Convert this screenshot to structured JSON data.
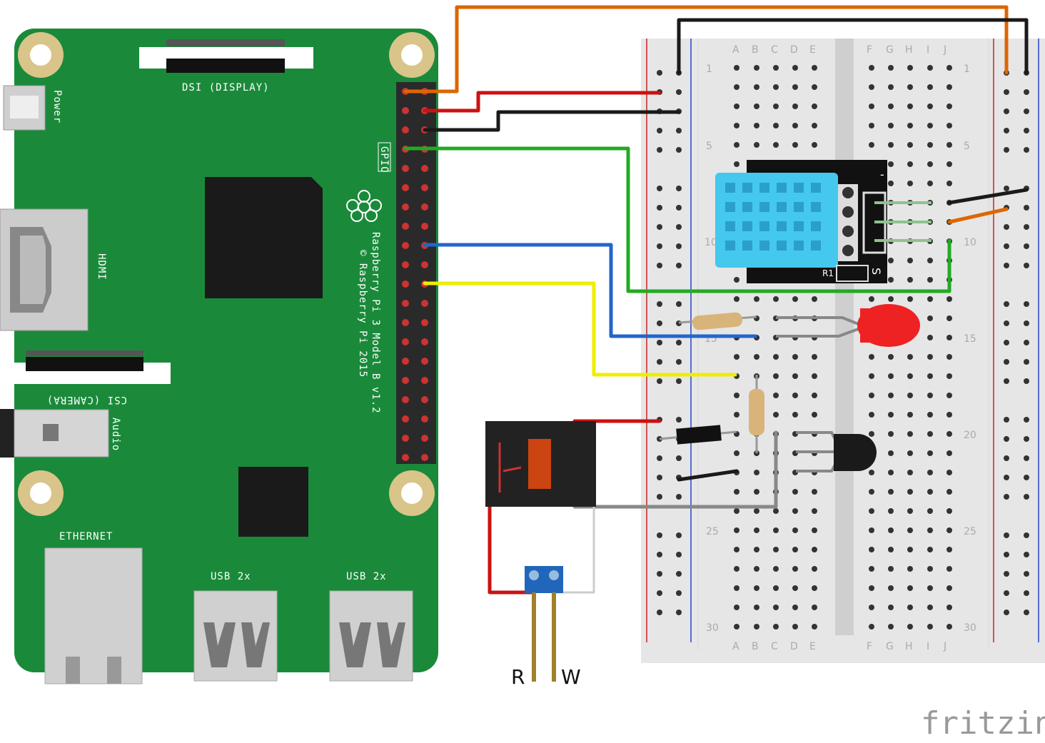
{
  "board": {
    "dsi_label": "DSI (DISPLAY)",
    "csi_label": "CSI (CAMERA)",
    "hdmi_label": "HDMI",
    "power_label": "Power",
    "audio_label": "Audio",
    "ethernet_label": "ETHERNET",
    "usb1_label": "USB 2x",
    "usb2_label": "USB 2x",
    "gpio_label": "GPIO",
    "model_label": "Raspberry Pi 3 Model B v1.2",
    "copyright_label": "© Raspberry Pi 2015"
  },
  "breadboard": {
    "col_letters_left": [
      "A",
      "B",
      "C",
      "D",
      "E"
    ],
    "col_letters_right": [
      "F",
      "G",
      "H",
      "I",
      "J"
    ],
    "row_numbers": [
      "1",
      "5",
      "10",
      "15",
      "20",
      "25",
      "30"
    ]
  },
  "sensor": {
    "minus_label": "-",
    "s_label": "S",
    "r1_label": "R1"
  },
  "terminal": {
    "left_label": "R",
    "right_label": "W"
  },
  "brand": {
    "logo_text": "fritzing"
  },
  "colors": {
    "pcb": "#1a8a3a",
    "breadboard": "#e6e6e6",
    "wire_red": "#cc1111",
    "wire_black": "#1a1a1a",
    "wire_orange": "#dd6600",
    "wire_green": "#22aa22",
    "wire_blue": "#2266cc",
    "wire_yellow": "#eeee00",
    "wire_gray": "#888888",
    "sensor_blue": "#44c8ee",
    "led_red": "#ee2222"
  }
}
